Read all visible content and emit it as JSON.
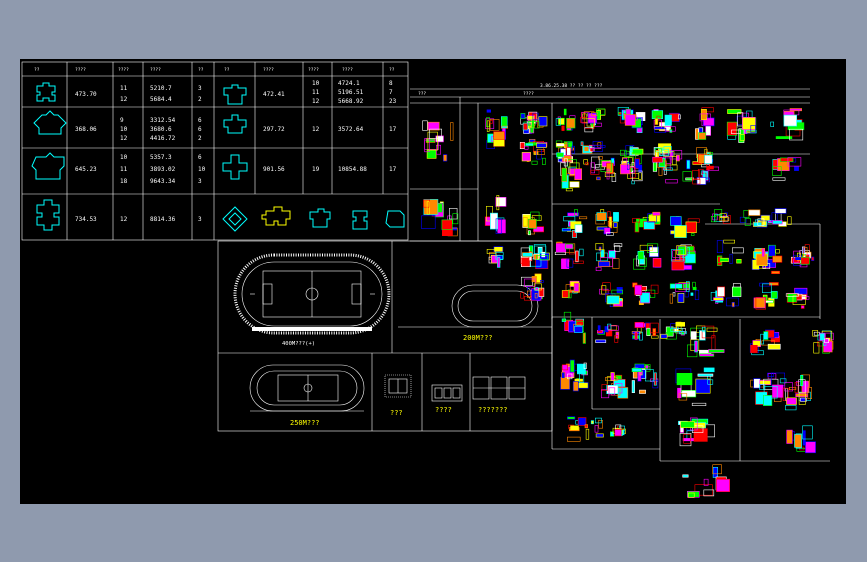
{
  "title_header": "3.86.25.38 ?? ??  ?? ???",
  "title_sub": "???",
  "sub_tag": "????",
  "table": {
    "headers": [
      "??",
      "????",
      "????",
      "????",
      "??",
      "??",
      "????",
      "????",
      "????",
      "??"
    ],
    "rows": [
      {
        "area1": "473.70",
        "floors1": [
          "11",
          "12"
        ],
        "total1": [
          "5210.7",
          "5684.4"
        ],
        "q1": [
          "3",
          "2"
        ],
        "area2": "472.41",
        "floors2": [
          "10",
          "11",
          "12"
        ],
        "total2": [
          "4724.1",
          "5196.51",
          "5668.92"
        ],
        "q2": [
          "8",
          "7",
          "23"
        ]
      },
      {
        "area1": "368.06",
        "floors1": [
          "9",
          "10",
          "12"
        ],
        "total1": [
          "3312.54",
          "3680.6",
          "4416.72"
        ],
        "q1": [
          "6",
          "6",
          "2"
        ],
        "area2": "297.72",
        "floors2": [
          "12"
        ],
        "total2": [
          "3572.64"
        ],
        "q2": [
          "17"
        ]
      },
      {
        "area1": "645.23",
        "floors1": [
          "10",
          "11",
          "18"
        ],
        "total1": [
          "5357.3",
          "3893.02",
          "9643.34"
        ],
        "q1": [
          "6",
          "10",
          "3"
        ],
        "area2": "901.56",
        "floors2": [
          "19"
        ],
        "total2": [
          "10854.88"
        ],
        "q2": [
          "17"
        ]
      },
      {
        "area1": "734.53",
        "floors1": [
          "12"
        ],
        "total1": [
          "8814.36"
        ],
        "q1": [
          "3"
        ],
        "area2": "",
        "floors2": [],
        "total2": [],
        "q2": []
      }
    ]
  },
  "labels": {
    "track400": "400M???(+)",
    "track200": "200M???",
    "track250": "250M???",
    "court_a": "???",
    "court_b": "????",
    "court_c": "???????"
  }
}
